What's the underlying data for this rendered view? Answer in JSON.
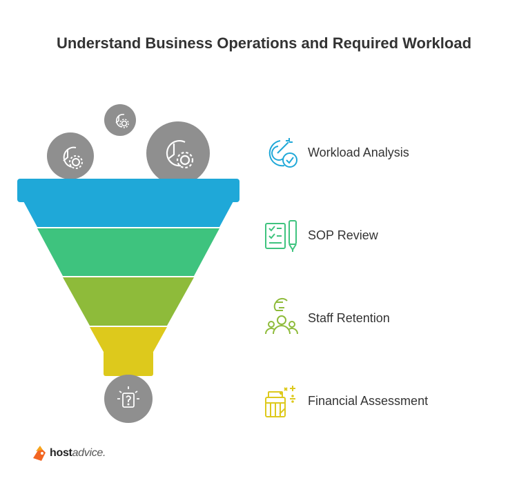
{
  "title": "Understand Business Operations and Required Workload",
  "colors": {
    "blue": "#1FA8D8",
    "green": "#3EC37E",
    "olive": "#8EBB3A",
    "yellow": "#DDC91C",
    "grey": "#8F8F8F",
    "text": "#333333"
  },
  "steps": [
    {
      "label": "Workload Analysis",
      "icon": "target-check-icon",
      "color": "#1FA8D8"
    },
    {
      "label": "SOP Review",
      "icon": "checklist-pen-icon",
      "color": "#3EC37E"
    },
    {
      "label": "Staff Retention",
      "icon": "team-magnet-icon",
      "color": "#8EBB3A"
    },
    {
      "label": "Financial Assessment",
      "icon": "calculator-shop-icon",
      "color": "#DDC91C"
    }
  ],
  "inputs_icon": "clock-gear-icon",
  "output_icon": "lightbulb-question-icon",
  "logo": {
    "bold": "host",
    "light": "advice."
  }
}
